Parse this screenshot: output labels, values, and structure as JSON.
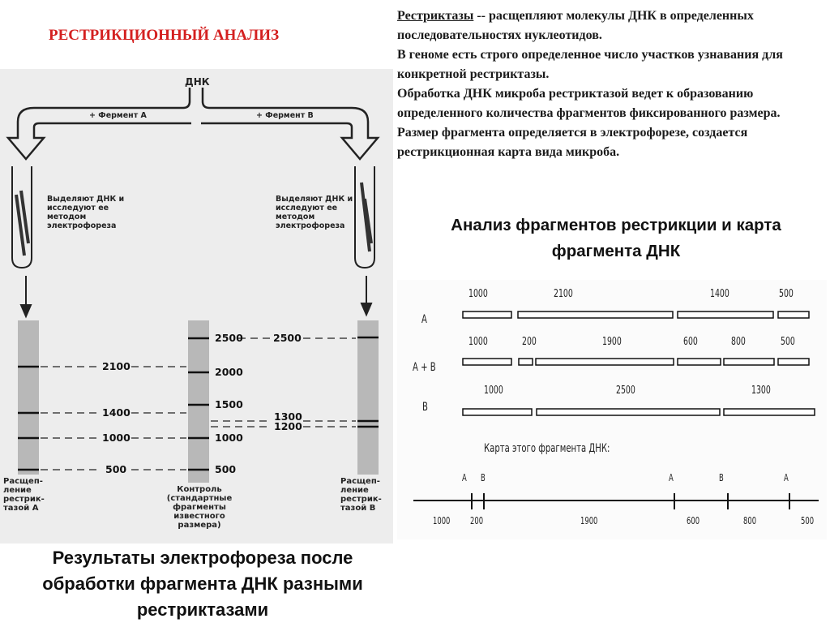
{
  "title": "РЕСТРИКЦИОННЫЙ АНАЛИЗ",
  "description": {
    "term": "Рестриктазы",
    "line1_rest": " -- расщепляют молекулы ДНК в определенных последовательностях нуклеотидов.",
    "line2": "В геноме есть строго определенное число участков узнавания для конкретной рестриктазы.",
    "line3": "Обработка ДНК микроба рестриктазой ведет к образованию определенного  количества фрагментов фиксированного размера. Размер фрагмента определяется в электрофорезе, создается рестрикционная карта вида микроба."
  },
  "left_diagram": {
    "dna_label": "ДНК",
    "enzyme_a": "+ Фермент А",
    "enzyme_b": "+ Фермент В",
    "tube_text_left": "Выделяют ДНК и исследуют ее методом электрофореза",
    "tube_text_right": "Выделяют ДНК и исследуют ее методом электрофореза",
    "lane_a_label": "Расщеп­ление рестрик­тазой А",
    "lane_b_label": "Расщеп­ление рестрик­тазой В",
    "control_label": "Контроль (стандартные фрагменты известного размера)",
    "control_ladder": [
      "2500",
      "2000",
      "1500",
      "1000",
      "500"
    ],
    "lane_a_bands": [
      "2100",
      "1400",
      "1000",
      "500"
    ],
    "lane_b_bands": [
      "2500",
      "1300",
      "1200"
    ]
  },
  "caption": "Результаты электрофореза после обработки фрагмента ДНК разными рестриктазами",
  "right_title": "Анализ фрагментов рестрикции и карта фрагмента ДНК",
  "fragment_chart": {
    "rows": [
      {
        "label": "A",
        "fragments": [
          "1000",
          "2100",
          "1400",
          "500"
        ]
      },
      {
        "label": "A + B",
        "fragments": [
          "1000",
          "200",
          "1900",
          "600",
          "800",
          "500"
        ]
      },
      {
        "label": "B",
        "fragments": [
          "1000",
          "2500",
          "1300"
        ]
      }
    ],
    "map_title": "Карта этого фрагмента ДНК:",
    "map_sites": [
      "A",
      "B",
      "A",
      "B",
      "A"
    ],
    "map_segments": [
      "1000",
      "200",
      "1900",
      "600",
      "800",
      "500"
    ]
  }
}
